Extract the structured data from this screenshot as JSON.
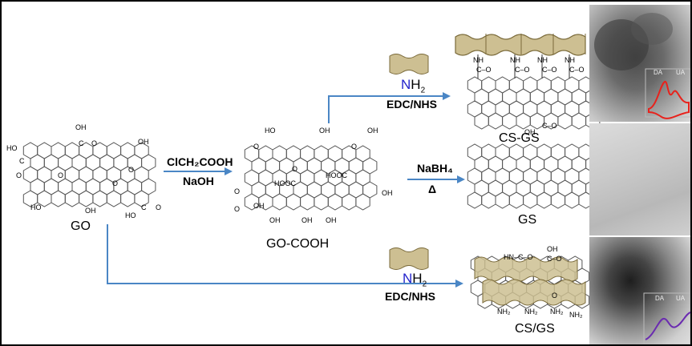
{
  "labels": {
    "go": "GO",
    "go_cooh": "GO-COOH",
    "cs_gs_covalent": "CS-GS",
    "gs": "GS",
    "cs_gs_composite": "CS/GS"
  },
  "reagents": {
    "carboxylation_line1": "ClCH₂COOH",
    "carboxylation_line2": "NaOH",
    "reduction_line1": "NaBH₄",
    "reduction_line2": "Δ",
    "coupling_upper": "EDC/NHS",
    "coupling_lower": "EDC/NHS"
  },
  "amine": {
    "n": "N",
    "h": "H",
    "sub": "2"
  },
  "functional_groups": {
    "oh": "OH",
    "ho": "HO",
    "hooc": "HOOC",
    "nh": "NH",
    "nh2": "NH₂",
    "hn_c_o": "HN–C–O",
    "c_o": "C–O",
    "o": "O",
    "c": "C"
  },
  "tem_overlays": {
    "da": "DA",
    "ua": "UA"
  },
  "colors": {
    "arrow": "#4a86c5",
    "chitosan_fill": "#cdbf92",
    "chitosan_stroke": "#7a6a3a",
    "amine_n": "#2222cc",
    "cv_red": "#e8221c",
    "cv_purple": "#6a2bb0"
  }
}
